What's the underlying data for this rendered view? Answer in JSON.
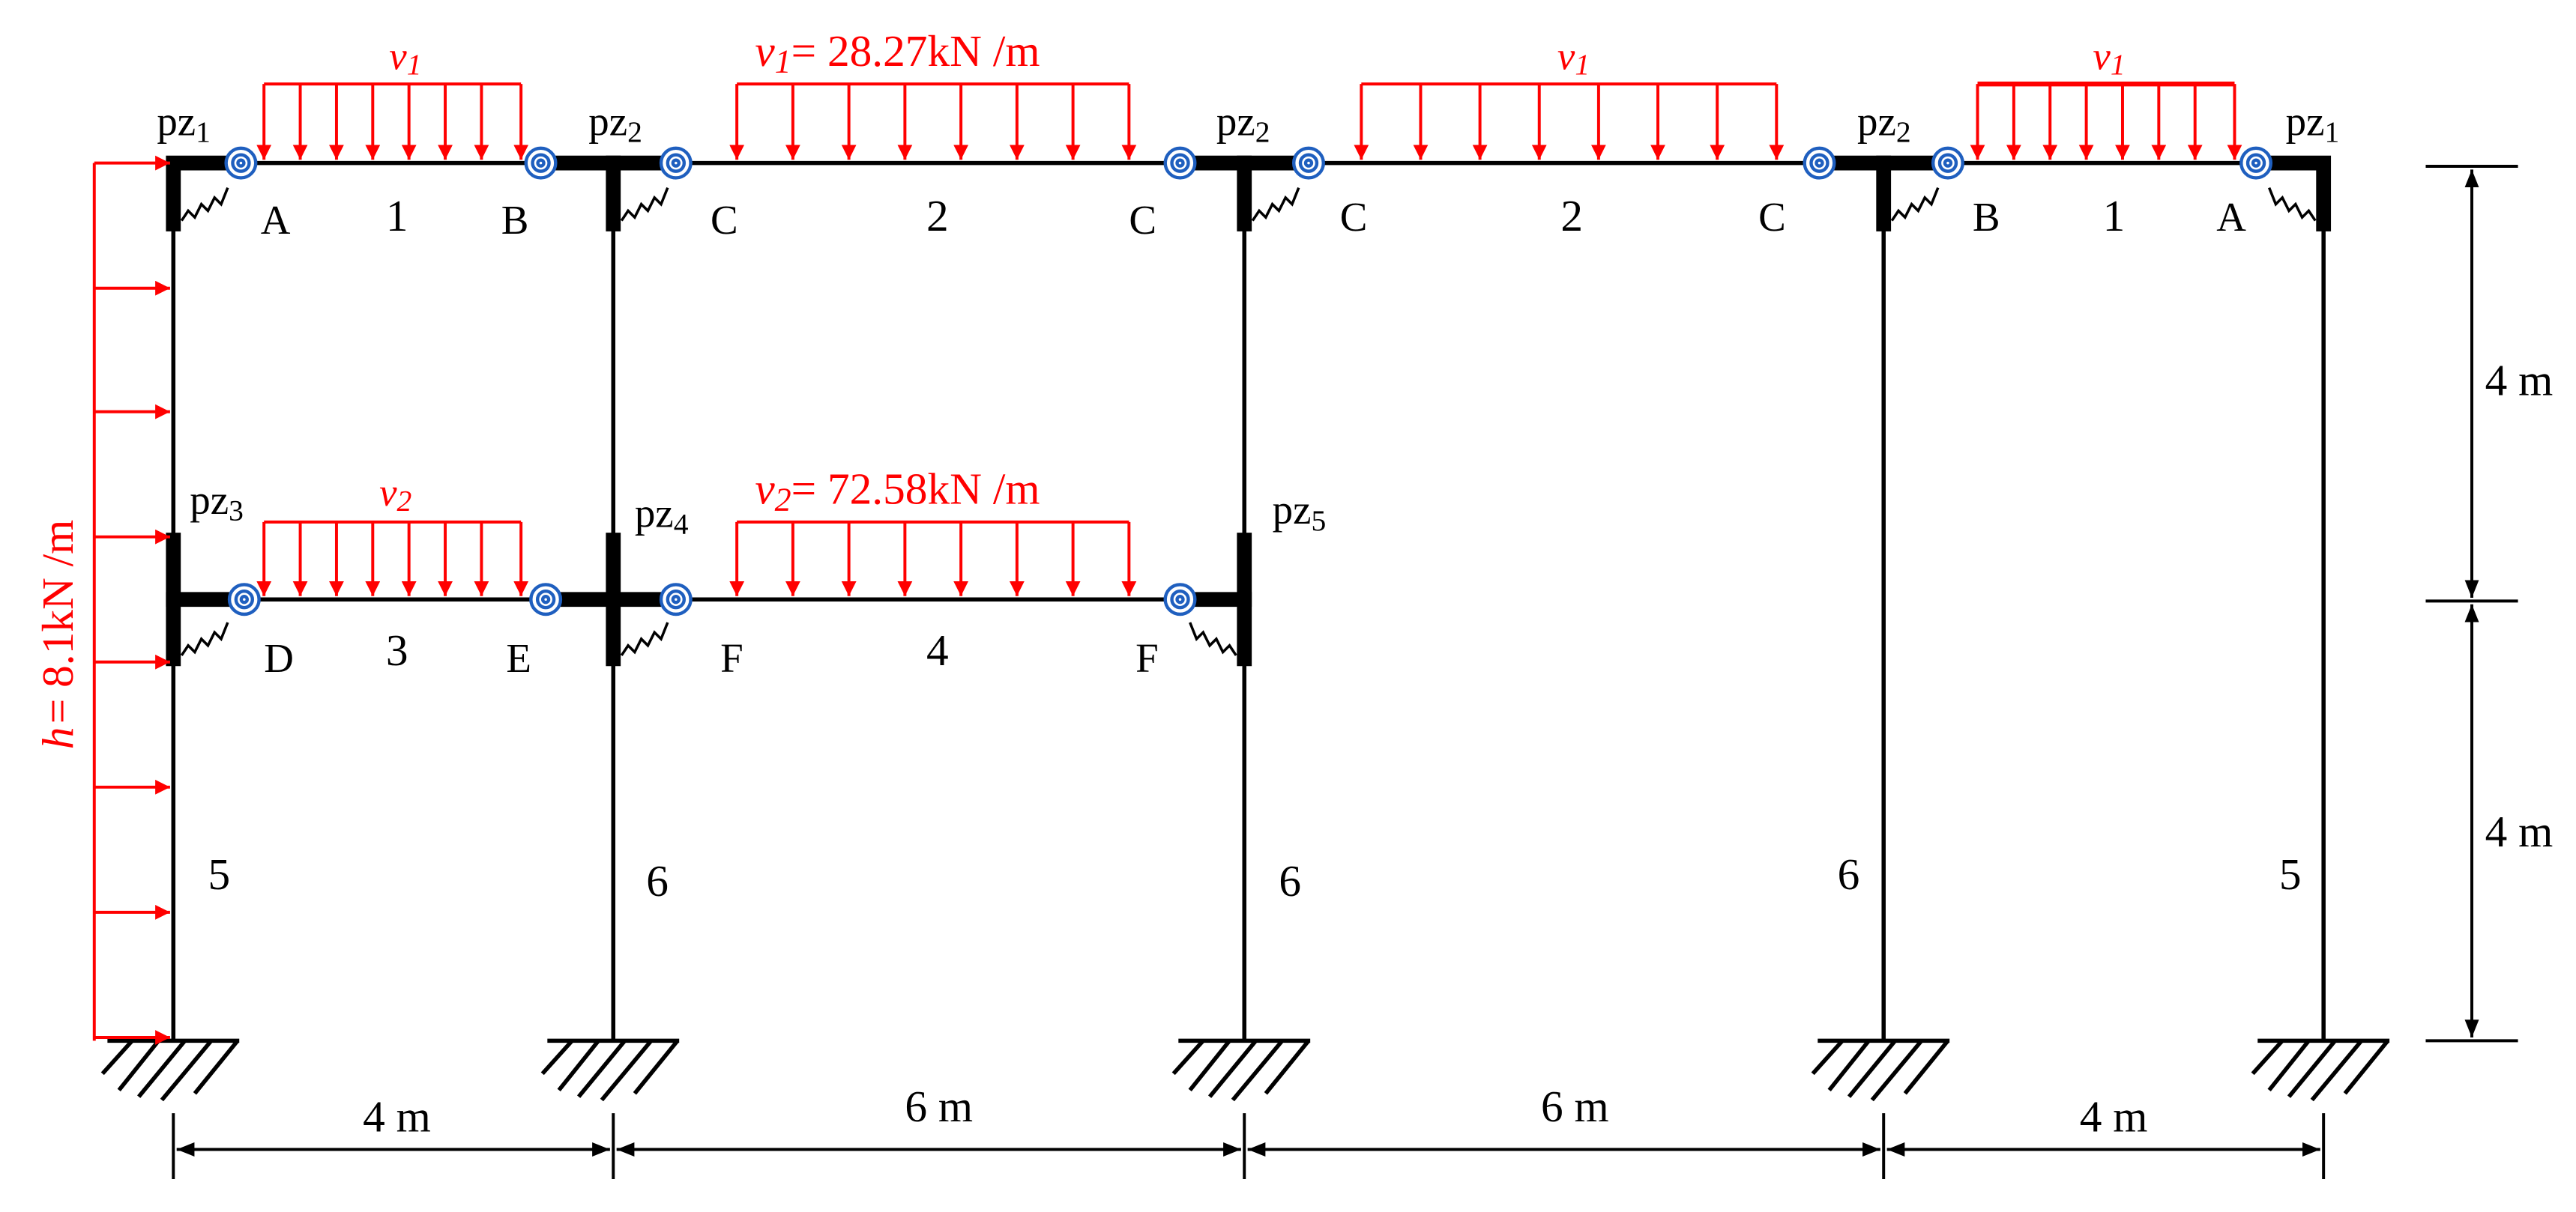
{
  "loads": {
    "v1_symbol": "v",
    "v1_sub": "1",
    "v1_value": "= 28.27kN /m",
    "v2_symbol": "v",
    "v2_sub": "2",
    "v2_value": "= 72.58kN /m",
    "h_symbol": "h",
    "h_value": "= 8.1kN /m"
  },
  "panel_zones": {
    "pz": "pz",
    "pz1": "1",
    "pz2": "2",
    "pz3": "3",
    "pz4": "4",
    "pz5": "5"
  },
  "beam_ends": {
    "top": [
      "A",
      "B",
      "C",
      "C",
      "C",
      "C",
      "B",
      "A"
    ],
    "bottom": [
      "D",
      "E",
      "F",
      "F"
    ]
  },
  "beam_numbers": {
    "top": [
      "1",
      "2",
      "2",
      "1"
    ],
    "bottom": [
      "3",
      "4"
    ]
  },
  "column_numbers": [
    "5",
    "6",
    "6",
    "6",
    "5"
  ],
  "dimensions": {
    "spans": [
      "4 m",
      "6 m",
      "6 m",
      "4 m"
    ],
    "storeys": [
      "4 m",
      "4 m"
    ]
  },
  "colors": {
    "load": "#ff0000",
    "spring": "#1f5fbf",
    "frame": "#000000"
  }
}
